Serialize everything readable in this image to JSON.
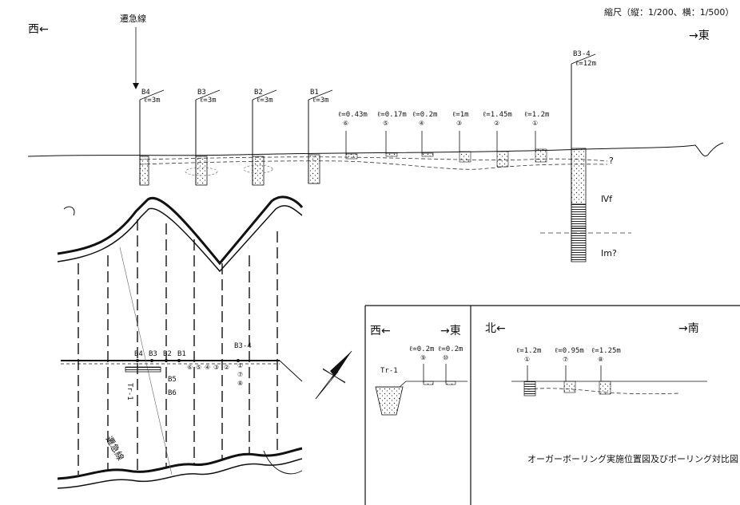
{
  "scale_note": "縮尺（縦：1/200、横：1/500）",
  "profile": {
    "west_label": "西←",
    "east_label": "→東",
    "stream_label": "遷急線",
    "borings": [
      {
        "id": "B4",
        "depth": "ℓ=3m"
      },
      {
        "id": "B3",
        "depth": "ℓ=3m"
      },
      {
        "id": "B2",
        "depth": "ℓ=3m"
      },
      {
        "id": "B1",
        "depth": "ℓ=3m"
      },
      {
        "id": "B3-4",
        "depth": "ℓ=12m"
      }
    ],
    "augers": [
      {
        "num": "⑥",
        "depth": "ℓ=0.43m"
      },
      {
        "num": "⑤",
        "depth": "ℓ=0.17m"
      },
      {
        "num": "④",
        "depth": "ℓ=0.2m"
      },
      {
        "num": "③",
        "depth": "ℓ=1m"
      },
      {
        "num": "②",
        "depth": "ℓ=1.45m"
      },
      {
        "num": "①",
        "depth": "ℓ=1.2m"
      }
    ],
    "layer_upper": "Ⅳf",
    "layer_lower": "Ⅰm?",
    "question": "?"
  },
  "map": {
    "stream_label": "遷急線",
    "label_b4": "B4",
    "label_b3": "B3",
    "label_b2": "B2",
    "label_b1": "B1",
    "label_b34": "B3-4",
    "label_b5": "B5",
    "label_b6": "B6",
    "label_tr1": "Tr-1",
    "points": [
      "⑥",
      "⑤",
      "④",
      "③",
      "②",
      "①",
      "⑦",
      "⑧"
    ]
  },
  "ew_panel": {
    "west_label": "西←",
    "east_label": "→東",
    "trench": "Tr-1",
    "augers": [
      {
        "num": "⑨",
        "depth": "ℓ=0.2m"
      },
      {
        "num": "⑩",
        "depth": "ℓ=0.2m"
      }
    ]
  },
  "ns_panel": {
    "north_label": "北←",
    "south_label": "→南",
    "augers": [
      {
        "num": "①",
        "depth": "ℓ=1.2m"
      },
      {
        "num": "⑦",
        "depth": "ℓ=0.95m"
      },
      {
        "num": "⑧",
        "depth": "ℓ=1.25m"
      }
    ]
  },
  "caption": "オーガーボーリング実施位置図及びボーリング対比図"
}
